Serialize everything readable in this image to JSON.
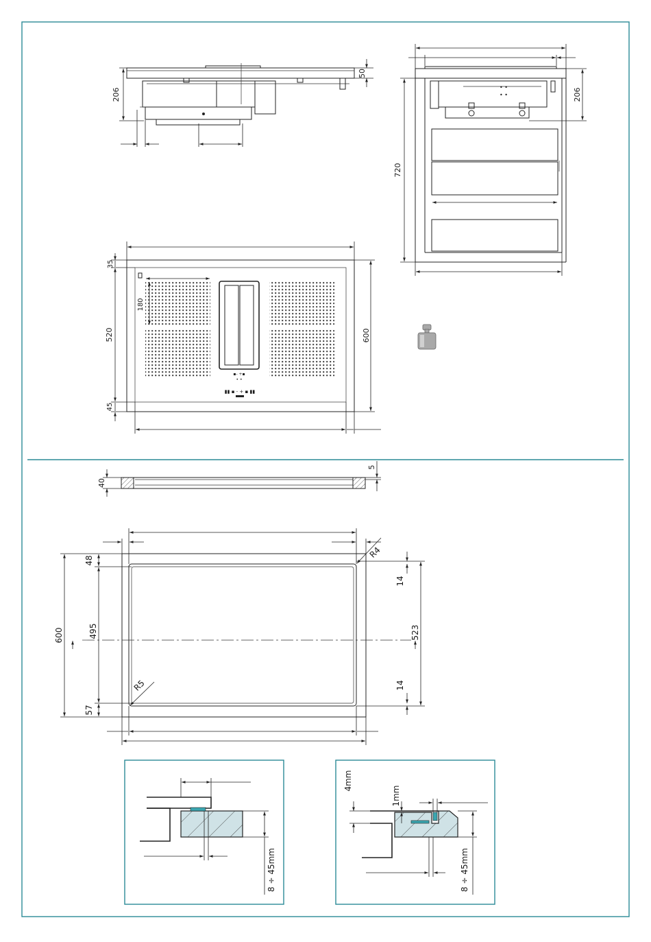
{
  "colors": {
    "frame": "#2a8a96",
    "seal": "#3ba6b0",
    "hatch_fill": "#cfe2e6",
    "weight_icon": "#a9a9a9"
  },
  "icons": {
    "weight": "weight-icon"
  },
  "dimensions": {
    "side_height": "206",
    "side_top": "50",
    "cab_side_height": "206",
    "cab_height": "720",
    "top_35": "35",
    "top_520": "520",
    "top_180": "180",
    "top_600": "600",
    "top_45": "45",
    "frame_40": "40",
    "frame_5": "5",
    "cut_48": "48",
    "cut_600": "600",
    "cut_495": "495",
    "cut_57": "57",
    "cut_r4": "R4",
    "cut_r5": "R5",
    "cut_14_top": "14",
    "cut_523": "523",
    "cut_14_bottom": "14",
    "detail1_range": "8 ÷ 45mm",
    "detail2_4mm": "4mm",
    "detail2_1mm": "1mm",
    "detail2_range": "8 ÷ 45mm"
  }
}
